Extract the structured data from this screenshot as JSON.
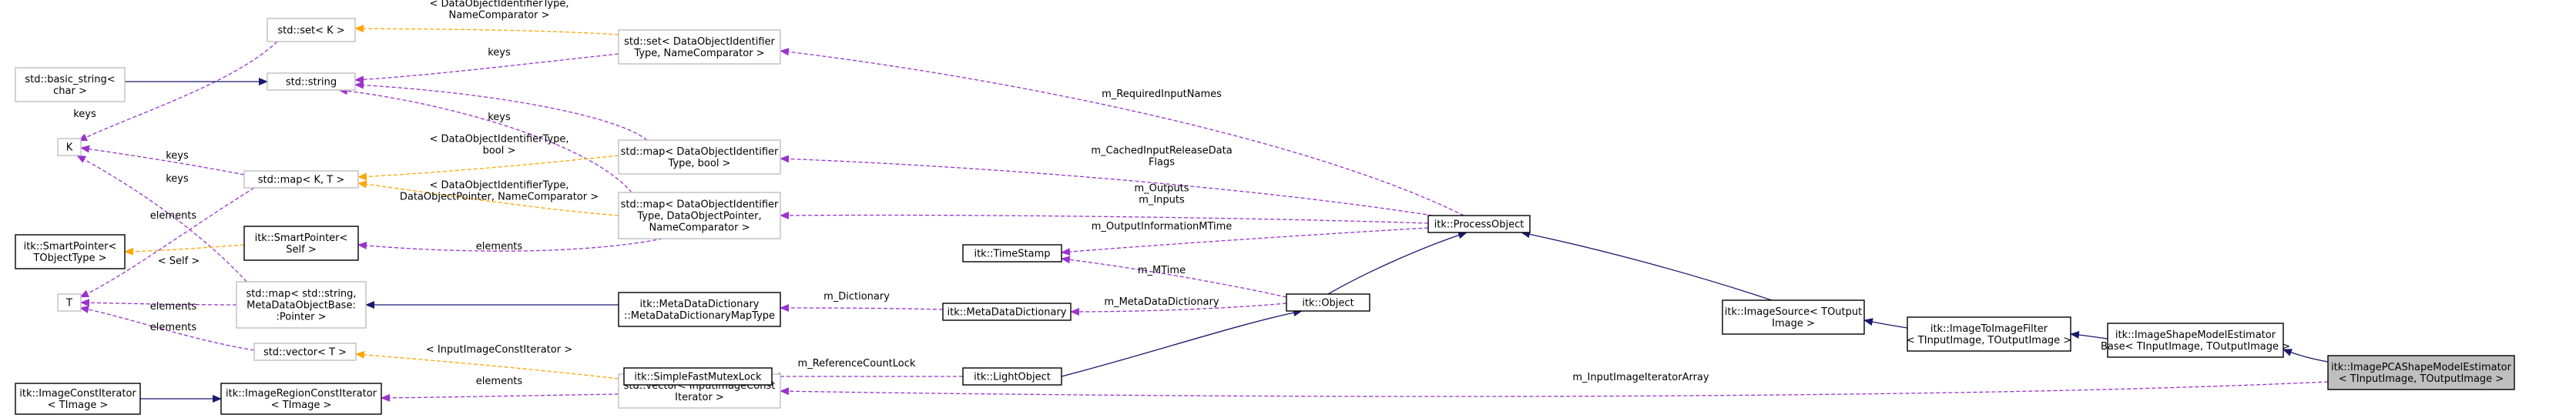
{
  "colors": {
    "inherit": "#191970",
    "usage": "#9a32cd",
    "template": "#ffa500",
    "node_border": "#bfbfbf",
    "node_border_solid": "#000000",
    "node_fill": "#ffffff",
    "highlight_fill": "#bfbfbf"
  },
  "nodes": [
    {
      "id": "set_k",
      "lines": [
        "std::set< K >"
      ],
      "style": "gray"
    },
    {
      "id": "basic_string",
      "lines": [
        "std::basic_string<",
        "char >"
      ],
      "style": "gray"
    },
    {
      "id": "string",
      "lines": [
        "std::string"
      ],
      "style": "gray"
    },
    {
      "id": "set_doi",
      "lines": [
        "std::set< DataObjectIdentifier",
        "Type, NameComparator >"
      ],
      "style": "gray"
    },
    {
      "id": "k",
      "lines": [
        "K"
      ],
      "style": "gray"
    },
    {
      "id": "map_kt",
      "lines": [
        "std::map< K, T >"
      ],
      "style": "gray"
    },
    {
      "id": "map_doi_bool",
      "lines": [
        "std::map< DataObjectIdentifier",
        "Type, bool >"
      ],
      "style": "gray"
    },
    {
      "id": "map_doi_ptr",
      "lines": [
        "std::map< DataObjectIdentifier",
        "Type, DataObjectPointer,",
        "NameComparator >"
      ],
      "style": "gray"
    },
    {
      "id": "smartpointer_t",
      "lines": [
        "itk::SmartPointer<",
        "TObjectType >"
      ],
      "style": "solid"
    },
    {
      "id": "smartpointer_self",
      "lines": [
        "itk::SmartPointer<",
        "Self >"
      ],
      "style": "solid"
    },
    {
      "id": "t",
      "lines": [
        "T"
      ],
      "style": "gray"
    },
    {
      "id": "map_string_ptr",
      "lines": [
        "std::map< std::string,",
        "MetaDataObjectBase:",
        ":Pointer >"
      ],
      "style": "gray"
    },
    {
      "id": "vector_t",
      "lines": [
        "std::vector< T >"
      ],
      "style": "gray"
    },
    {
      "id": "image_const_iter",
      "lines": [
        "itk::ImageConstIterator",
        "< TImage >"
      ],
      "style": "solid"
    },
    {
      "id": "image_region_iter",
      "lines": [
        "itk::ImageRegionConstIterator",
        "< TImage >"
      ],
      "style": "solid"
    },
    {
      "id": "vector_iter",
      "lines": [
        "std::vector< InputImageConst",
        "Iterator >"
      ],
      "style": "gray"
    },
    {
      "id": "mdd_map",
      "lines": [
        "itk::MetaDataDictionary",
        "::MetaDataDictionaryMapType"
      ],
      "style": "solid"
    },
    {
      "id": "mutex",
      "lines": [
        "itk::SimpleFastMutexLock"
      ],
      "style": "solid"
    },
    {
      "id": "timestamp",
      "lines": [
        "itk::TimeStamp"
      ],
      "style": "solid"
    },
    {
      "id": "mdd",
      "lines": [
        "itk::MetaDataDictionary"
      ],
      "style": "solid"
    },
    {
      "id": "lightobject",
      "lines": [
        "itk::LightObject"
      ],
      "style": "solid"
    },
    {
      "id": "object",
      "lines": [
        "itk::Object"
      ],
      "style": "solid"
    },
    {
      "id": "processobject",
      "lines": [
        "itk::ProcessObject"
      ],
      "style": "solid"
    },
    {
      "id": "imagesource",
      "lines": [
        "itk::ImageSource< TOutput",
        "Image >"
      ],
      "style": "solid"
    },
    {
      "id": "imagetoimagefilter",
      "lines": [
        "itk::ImageToImageFilter",
        "< TInputImage, TOutputImage >"
      ],
      "style": "solid"
    },
    {
      "id": "shapeestimatorbase",
      "lines": [
        "itk::ImageShapeModelEstimator",
        "Base< TInputImage, TOutputImage >"
      ],
      "style": "solid"
    },
    {
      "id": "pcaestimator",
      "lines": [
        "itk::ImagePCAShapeModelEstimator",
        "< TInputImage, TOutputImage >"
      ],
      "style": "highlight"
    }
  ],
  "edge_labels": [
    {
      "id": "keys_set_k",
      "lines": [
        "keys"
      ]
    },
    {
      "id": "tmpl_set",
      "lines": [
        "< DataObjectIdentifierType,",
        "NameComparator >"
      ]
    },
    {
      "id": "keys_string1",
      "lines": [
        "keys"
      ]
    },
    {
      "id": "keys_string2",
      "lines": [
        "keys"
      ]
    },
    {
      "id": "keys_map_kt",
      "lines": [
        "keys"
      ]
    },
    {
      "id": "keys_map_string",
      "lines": [
        "keys"
      ]
    },
    {
      "id": "tmpl_map_bool",
      "lines": [
        "< DataObjectIdentifierType,",
        "bool >"
      ]
    },
    {
      "id": "tmpl_map_ptr",
      "lines": [
        "< DataObjectIdentifierType,",
        "DataObjectPointer, NameComparator >"
      ]
    },
    {
      "id": "elements_map_kt",
      "lines": [
        "elements"
      ]
    },
    {
      "id": "tmpl_self",
      "lines": [
        "< Self >"
      ]
    },
    {
      "id": "elements_map_ptr",
      "lines": [
        "elements"
      ]
    },
    {
      "id": "elements_map_string",
      "lines": [
        "elements"
      ]
    },
    {
      "id": "elements_vector_t",
      "lines": [
        "elements"
      ]
    },
    {
      "id": "tmpl_vector",
      "lines": [
        "< InputImageConstIterator >"
      ]
    },
    {
      "id": "elements_vector_iter",
      "lines": [
        "elements"
      ]
    },
    {
      "id": "m_required",
      "lines": [
        "m_RequiredInputNames"
      ]
    },
    {
      "id": "m_cached",
      "lines": [
        "m_CachedInputReleaseData",
        "Flags"
      ]
    },
    {
      "id": "m_outputs",
      "lines": [
        "m_Outputs",
        "m_Inputs"
      ]
    },
    {
      "id": "m_outputinfo",
      "lines": [
        "m_OutputInformationMTime"
      ]
    },
    {
      "id": "m_mtime",
      "lines": [
        "m_MTime"
      ]
    },
    {
      "id": "m_dictionary",
      "lines": [
        "m_Dictionary"
      ]
    },
    {
      "id": "m_metadatadictionary",
      "lines": [
        "m_MetaDataDictionary"
      ]
    },
    {
      "id": "m_refcount",
      "lines": [
        "m_ReferenceCountLock"
      ]
    },
    {
      "id": "m_iterarray",
      "lines": [
        "m_InputImageIteratorArray"
      ]
    }
  ]
}
